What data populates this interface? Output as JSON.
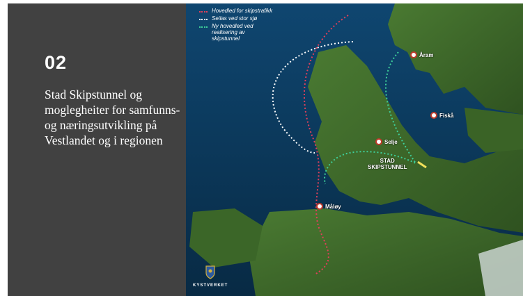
{
  "slide": {
    "number": "02",
    "title": "Stad Skipstunnel og moglegheiter for samfunns- og næringsutvikling på Vestlandet og i regionen"
  },
  "map": {
    "legend": [
      {
        "label": "Hovedled for skipstrafikk",
        "color": "#e0405a"
      },
      {
        "label": "Seilas ved stor sjø",
        "color": "#ffffff"
      },
      {
        "label": "Ny hovedled ved\nrealisering av\nskipstunnel",
        "color": "#3ecf9a"
      }
    ],
    "places": [
      {
        "name": "Åram"
      },
      {
        "name": "Fiskå"
      },
      {
        "name": "Selje"
      },
      {
        "name": "Måløy"
      }
    ],
    "tunnel_label": "STAD\nSKIPSTUNNEL",
    "logo_text": "KYSTVERKET"
  },
  "colors": {
    "panel": "#414141",
    "sea": "#0d3a5c",
    "land": "#3f6a2a",
    "route_main": "#e0405a",
    "route_sea": "#ffffff",
    "route_new": "#3ecf9a",
    "tunnel": "#f1e05a"
  }
}
